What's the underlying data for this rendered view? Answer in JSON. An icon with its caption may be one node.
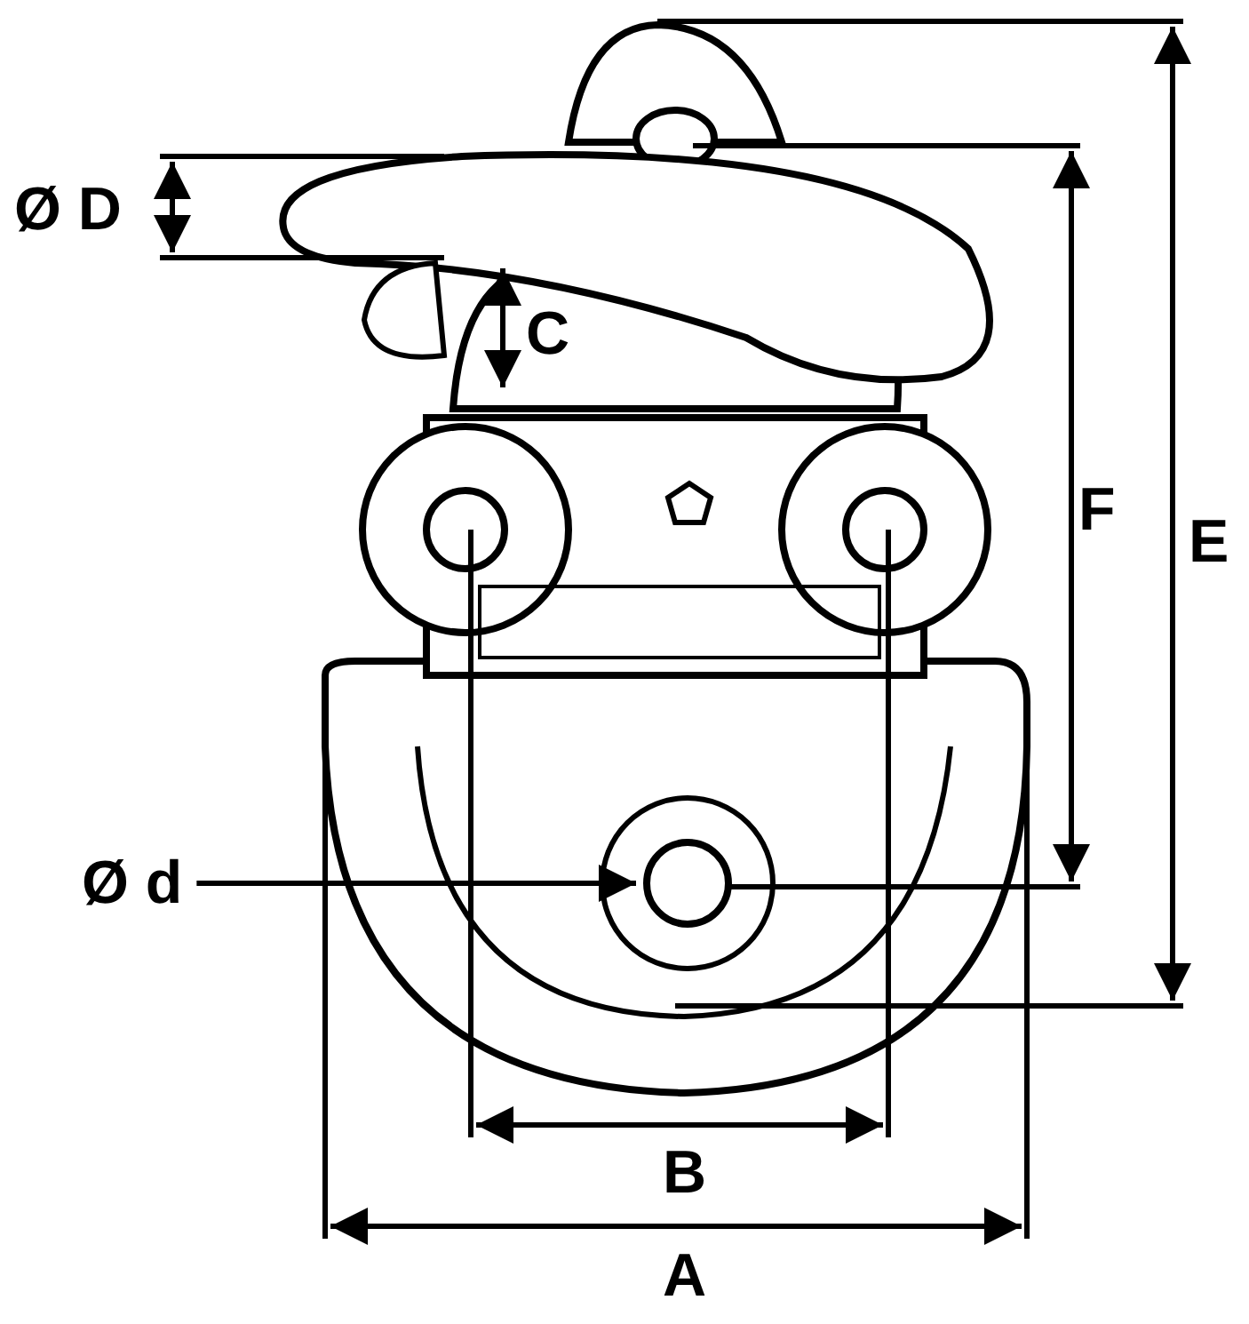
{
  "diagram": {
    "nodes": [
      {
        "text": [
          "Ø d"
        ]
      },
      {
        "text": [],
        "shape": "circle"
      }
    ],
    "edges": [
      {
        "from": 0,
        "to": 1,
        "arrow": "to"
      }
    ],
    "labels": [
      "Ø D",
      "C",
      "F",
      "E",
      "B",
      "A"
    ]
  }
}
